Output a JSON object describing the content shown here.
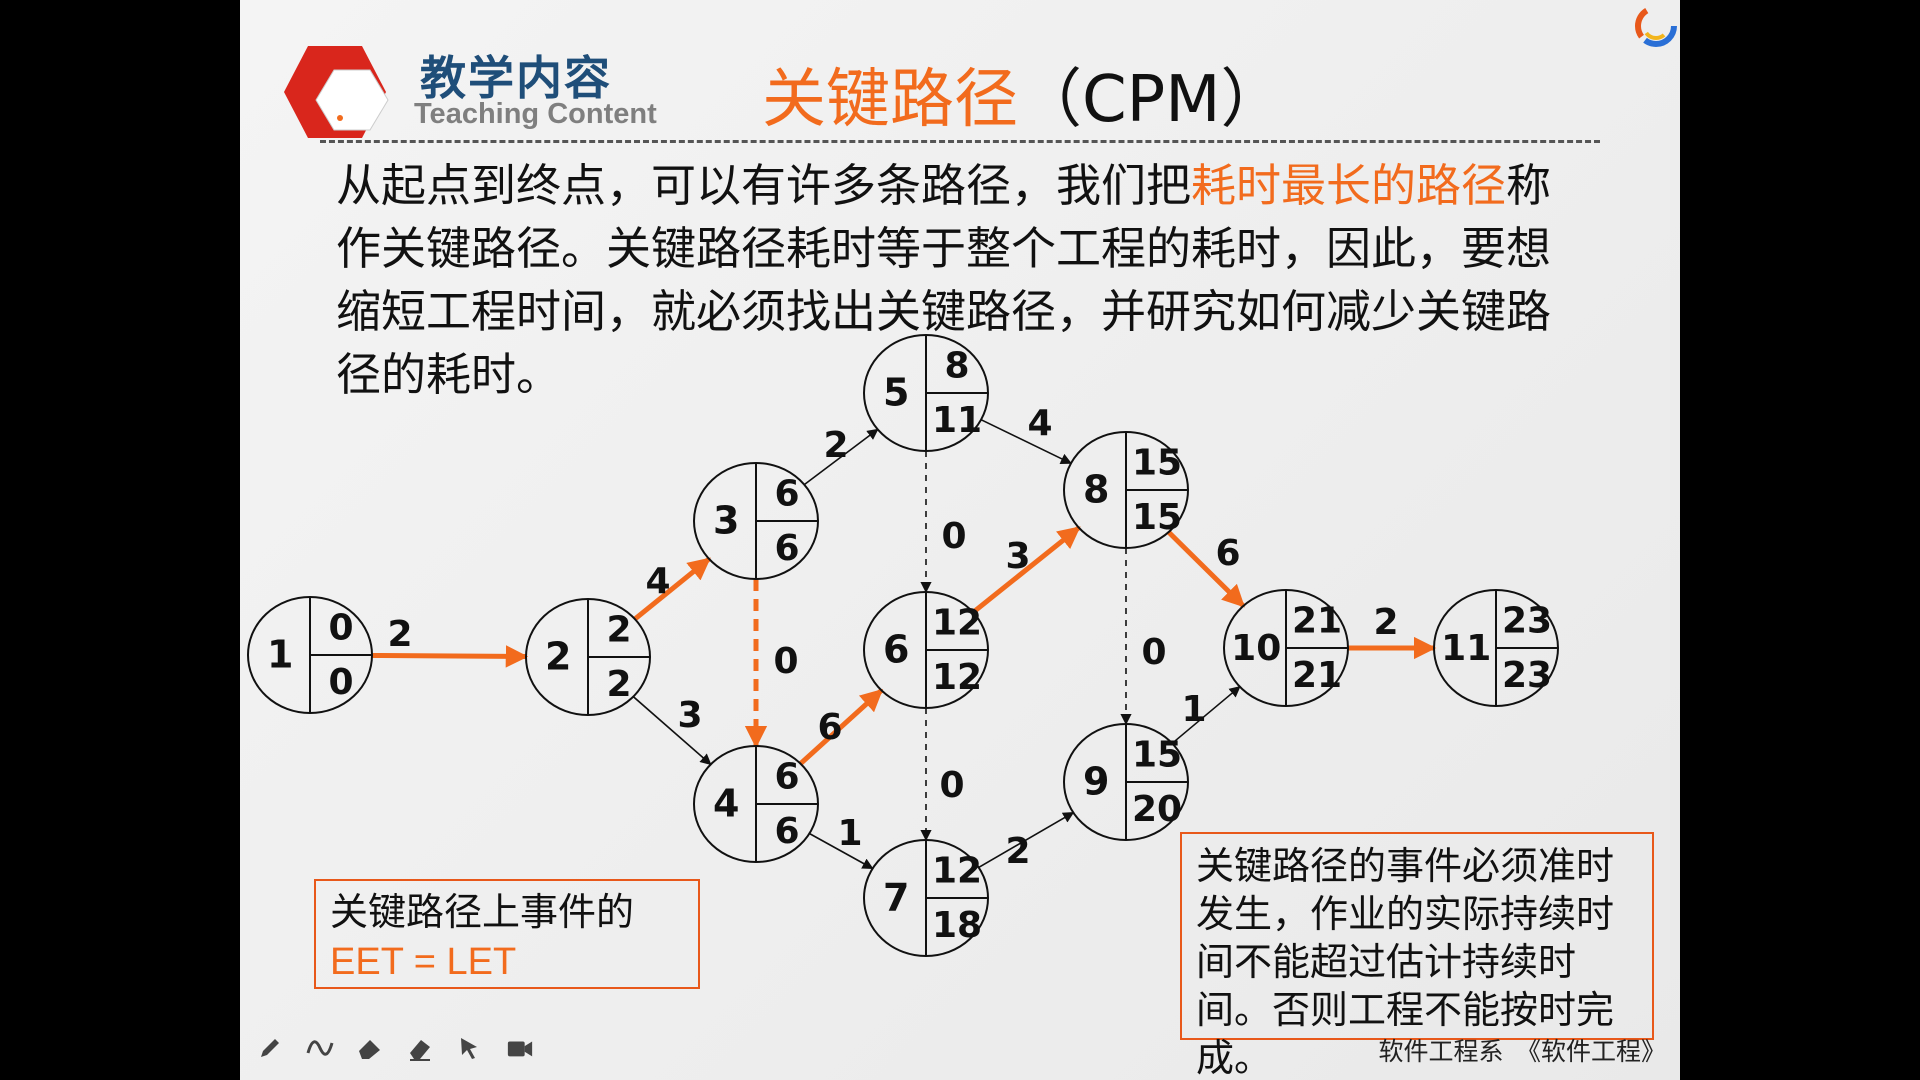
{
  "header": {
    "section_cn": "教学内容",
    "section_en": "Teaching Content",
    "title_cn": "关键路径",
    "title_en": "（CPM）"
  },
  "intro": {
    "part1": "从起点到终点，可以有许多条路径，我们把",
    "highlight": "耗时最长的路径",
    "part2": "称作关键路径。关键路径耗时等于整个工程的耗时，因此，要想缩短工程时间，就必须找出关键路径，并研究如何减少关键路径的耗时。"
  },
  "diagram": {
    "nodes": [
      {
        "id": "1",
        "eet": "0",
        "let": "0"
      },
      {
        "id": "2",
        "eet": "2",
        "let": "2"
      },
      {
        "id": "3",
        "eet": "6",
        "let": "6"
      },
      {
        "id": "4",
        "eet": "6",
        "let": "6"
      },
      {
        "id": "5",
        "eet": "8",
        "let": "11"
      },
      {
        "id": "6",
        "eet": "12",
        "let": "12"
      },
      {
        "id": "7",
        "eet": "12",
        "let": "18"
      },
      {
        "id": "8",
        "eet": "15",
        "let": "15"
      },
      {
        "id": "9",
        "eet": "15",
        "let": "20"
      },
      {
        "id": "10",
        "eet": "21",
        "let": "21"
      },
      {
        "id": "11",
        "eet": "23",
        "let": "23"
      }
    ],
    "edges": [
      {
        "from": "1",
        "to": "2",
        "label": "2",
        "critical": true,
        "dummy": false
      },
      {
        "from": "2",
        "to": "3",
        "label": "4",
        "critical": true,
        "dummy": false
      },
      {
        "from": "2",
        "to": "4",
        "label": "3",
        "critical": false,
        "dummy": false
      },
      {
        "from": "3",
        "to": "5",
        "label": "2",
        "critical": false,
        "dummy": false
      },
      {
        "from": "3",
        "to": "4",
        "label": "0",
        "critical": true,
        "dummy": true
      },
      {
        "from": "4",
        "to": "6",
        "label": "6",
        "critical": true,
        "dummy": false
      },
      {
        "from": "4",
        "to": "7",
        "label": "1",
        "critical": false,
        "dummy": false
      },
      {
        "from": "5",
        "to": "8",
        "label": "4",
        "critical": false,
        "dummy": false
      },
      {
        "from": "5",
        "to": "6",
        "label": "0",
        "critical": false,
        "dummy": true
      },
      {
        "from": "6",
        "to": "8",
        "label": "3",
        "critical": true,
        "dummy": false
      },
      {
        "from": "6",
        "to": "7",
        "label": "0",
        "critical": false,
        "dummy": true
      },
      {
        "from": "7",
        "to": "9",
        "label": "2",
        "critical": false,
        "dummy": false
      },
      {
        "from": "8",
        "to": "10",
        "label": "6",
        "critical": true,
        "dummy": false
      },
      {
        "from": "8",
        "to": "9",
        "label": "0",
        "critical": false,
        "dummy": true
      },
      {
        "from": "9",
        "to": "10",
        "label": "1",
        "critical": false,
        "dummy": false
      },
      {
        "from": "10",
        "to": "11",
        "label": "2",
        "critical": true,
        "dummy": false
      }
    ]
  },
  "note_left": {
    "line1": "关键路径上事件的",
    "line2": "EET = LET"
  },
  "note_right": {
    "text": "关键路径的事件必须准时发生，作业的实际持续时间不能超过估计持续时间。否则工程不能按时完成。"
  },
  "footer": {
    "text": "软件工程系　《软件工程》"
  },
  "toolbar": [
    "pen-icon",
    "wave-icon",
    "marker-icon",
    "eraser-icon",
    "pointer-icon",
    "camera-icon"
  ],
  "colors": {
    "accent": "#f26b1d",
    "header_blue": "#1f4e79",
    "logo_red": "#d9261c"
  }
}
